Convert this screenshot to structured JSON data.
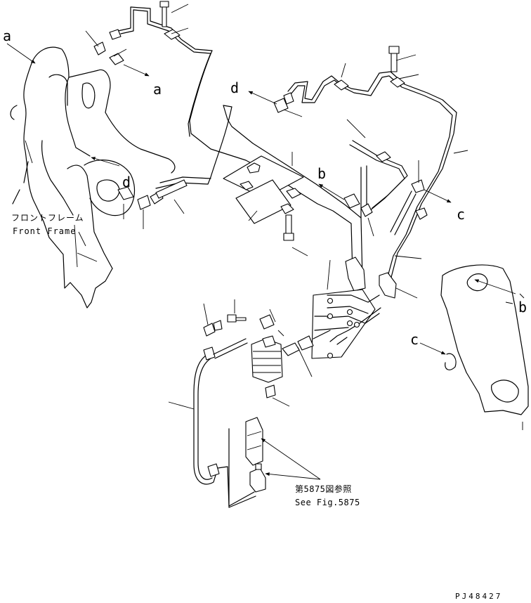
{
  "callouts": {
    "a_left": "a",
    "a_right": "a",
    "b_upper": "b",
    "b_right": "b",
    "c_upper": "c",
    "c_right": "c",
    "d_upper": "d",
    "d_left": "d"
  },
  "frame_label": {
    "jp": "フロントフレーム",
    "en": "Front Frame"
  },
  "reference": {
    "jp": "第5875図参照",
    "en": "See Fig.5875"
  },
  "drawing_number": "PJ48427"
}
